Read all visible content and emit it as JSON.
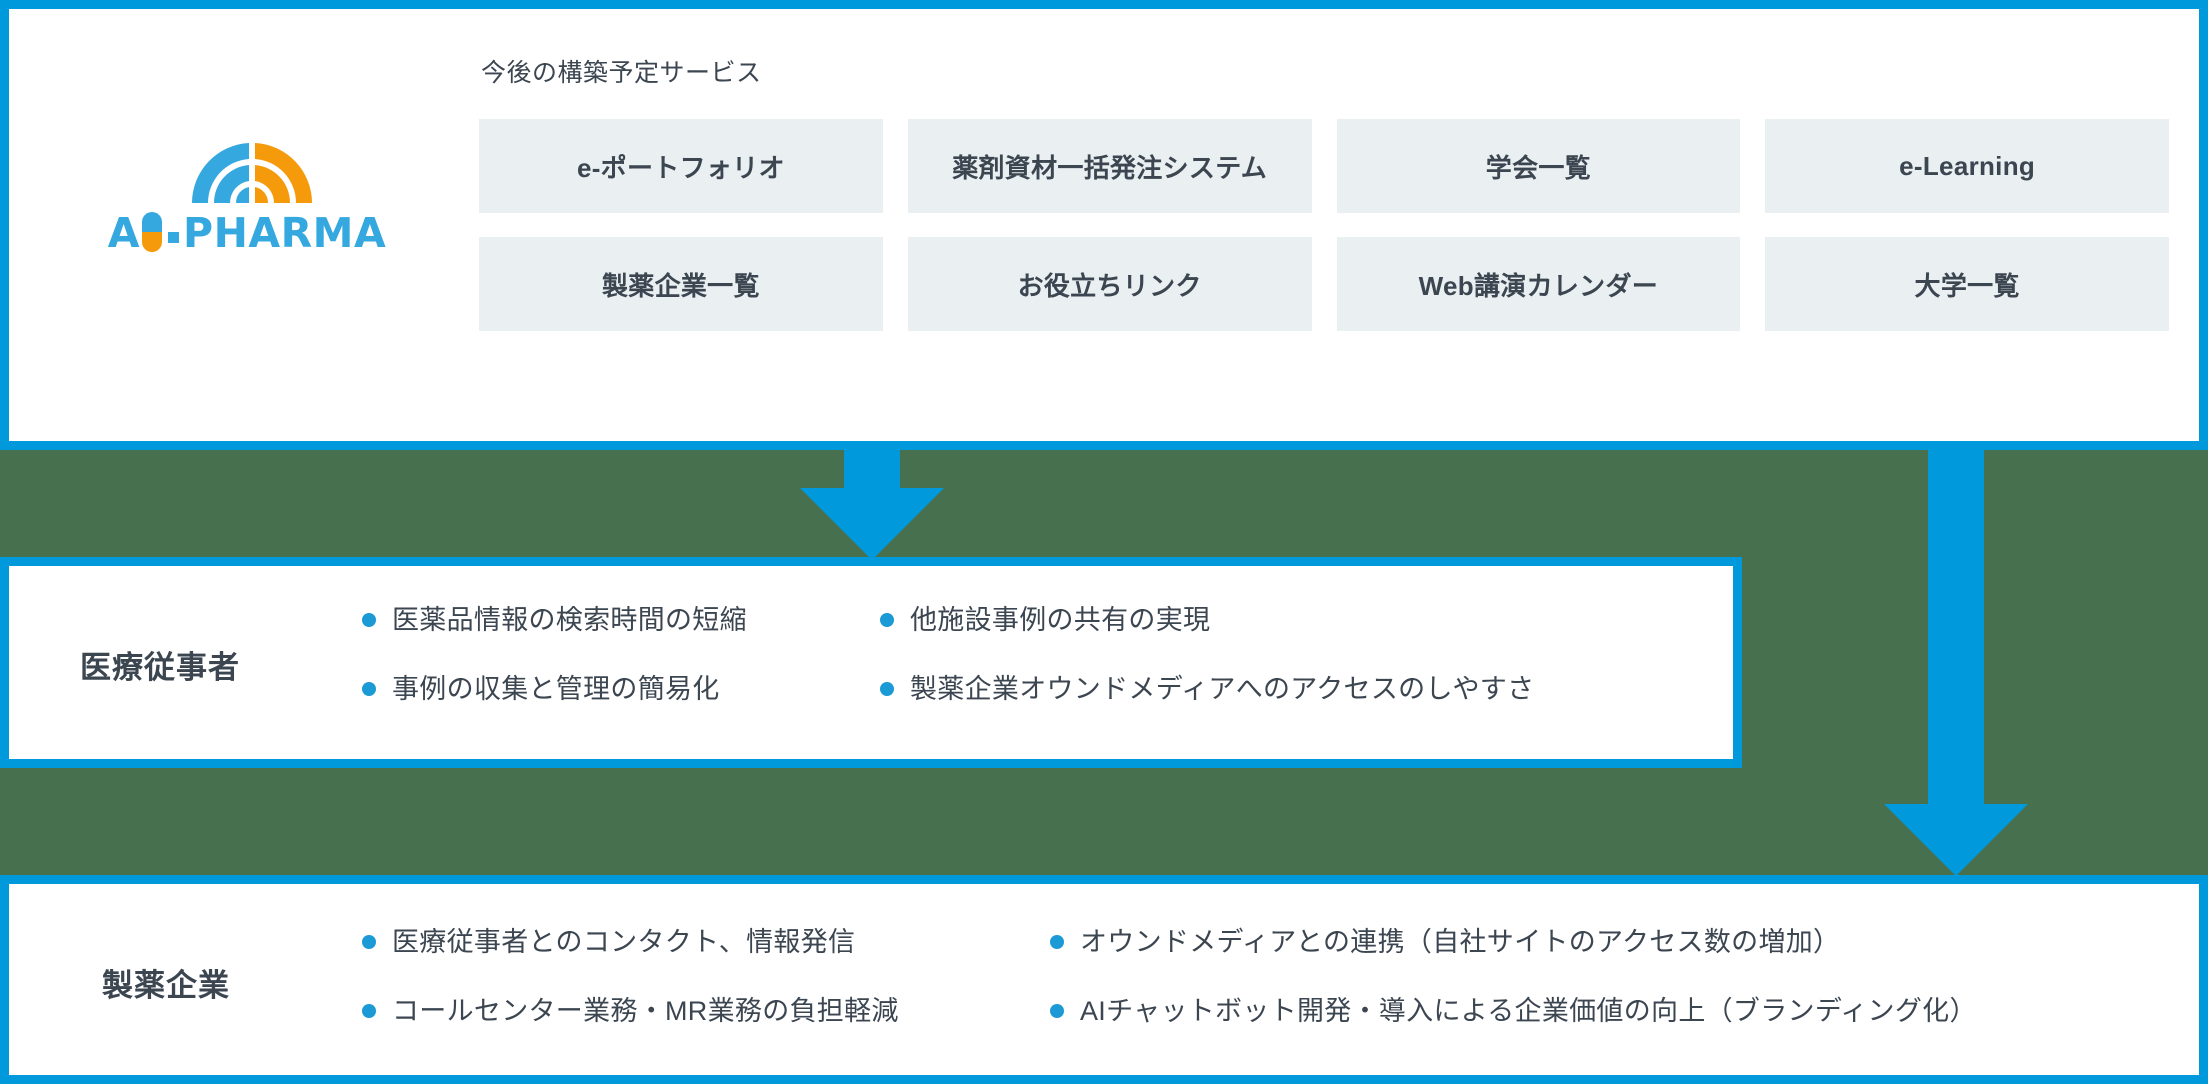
{
  "brand": {
    "name": "AI-PHARMA",
    "name_prefix": "A",
    "name_suffix": "PHARMA",
    "arc_color_left": "#35A8DF",
    "arc_color_right": "#F59B0B"
  },
  "colors": {
    "accent_blue": "#0099DB",
    "background_green": "#47704E",
    "service_box_bg": "#EAEFF2",
    "text_dark": "#3C4651",
    "bullet_blue": "#1B9AD6"
  },
  "future_services": {
    "label": "今後の構築予定サービス",
    "items": [
      "e-ポートフォリオ",
      "薬剤資材一括発注システム",
      "学会一覧",
      "e-Learning",
      "製薬企業一覧",
      "お役立ちリンク",
      "Web講演カレンダー",
      "大学一覧"
    ]
  },
  "outcomes": [
    {
      "title": "医療従事者",
      "column_1": [
        "医薬品情報の検索時間の短縮",
        "事例の収集と管理の簡易化"
      ],
      "column_2": [
        "他施設事例の共有の実現",
        "製薬企業オウンドメディアへのアクセスのしやすさ"
      ]
    },
    {
      "title": "製薬企業",
      "column_1": [
        "医療従事者とのコンタクト、情報発信",
        "コールセンター業務・MR業務の負担軽減"
      ],
      "column_2": [
        "オウンドメディアとの連携（自社サイトのアクセス数の増加）",
        "AIチャットボット開発・導入による企業価値の向上（ブランディング化）"
      ]
    }
  ]
}
